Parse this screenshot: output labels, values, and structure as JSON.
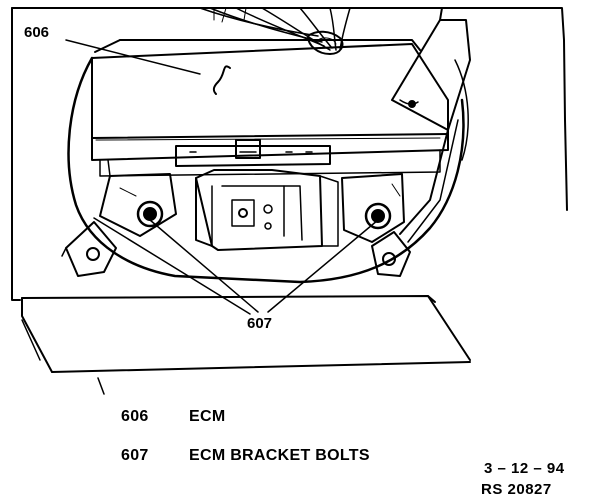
{
  "callouts": {
    "c606": "606",
    "c607": "607"
  },
  "legend": [
    {
      "number": "606",
      "label": "ECM"
    },
    {
      "number": "607",
      "label": "ECM BRACKET BOLTS"
    }
  ],
  "stamp": {
    "date": "3 – 12 – 94",
    "ref": "RS 20827"
  }
}
